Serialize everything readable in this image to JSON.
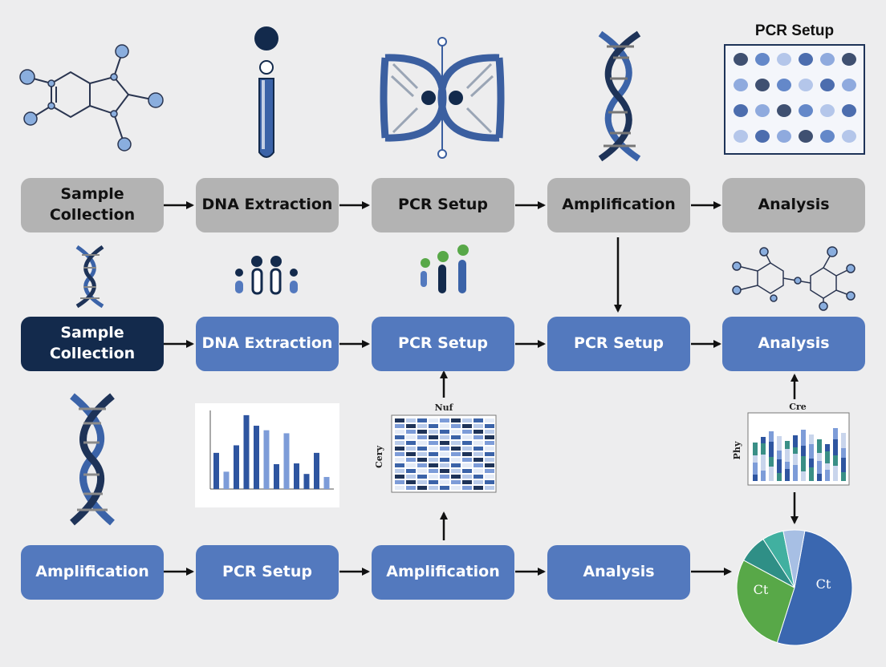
{
  "rows": [
    {
      "style": "gray",
      "nodes": [
        {
          "id": "sample-collection-1",
          "label": "Sample\nCollection"
        },
        {
          "id": "dna-extraction-1",
          "label": "DNA Extraction"
        },
        {
          "id": "pcr-setup-1",
          "label": "PCR Setup"
        },
        {
          "id": "amplification-1",
          "label": "Amplification"
        },
        {
          "id": "analysis-1",
          "label": "Analysis"
        }
      ]
    },
    {
      "style": "blue",
      "nodes": [
        {
          "id": "sample-collection-2",
          "label": "Sample\nCollection",
          "style": "navy"
        },
        {
          "id": "dna-extraction-2",
          "label": "DNA Extraction"
        },
        {
          "id": "pcr-setup-2",
          "label": "PCR Setup"
        },
        {
          "id": "pcr-setup-3",
          "label": "PCR Setup"
        },
        {
          "id": "analysis-2",
          "label": "Analysis"
        }
      ]
    },
    {
      "style": "blue",
      "nodes": [
        {
          "id": "amplification-2",
          "label": "Amplification"
        },
        {
          "id": "pcr-setup-4",
          "label": "PCR Setup"
        },
        {
          "id": "amplification-3",
          "label": "Amplification"
        },
        {
          "id": "analysis-3",
          "label": "Analysis"
        }
      ]
    }
  ],
  "plate_caption": "PCR Setup",
  "heatmap_caption": "Nuf",
  "heatmap_ylabel": "Cery",
  "stacked_caption": "Cre",
  "stacked_ylabel": "Phy",
  "pie_labels": [
    "Ct",
    "Ct"
  ],
  "pie_slices": [
    {
      "value": 0.52,
      "color": "#3a67b0"
    },
    {
      "value": 0.28,
      "color": "#58a848"
    },
    {
      "value": 0.08,
      "color": "#2f8f86"
    },
    {
      "value": 0.06,
      "color": "#41b0a0"
    },
    {
      "value": 0.06,
      "color": "#a7bfe4"
    }
  ],
  "bar_values": [
    0.48,
    0.23,
    0.58,
    0.98,
    0.84,
    0.78,
    0.33,
    0.74,
    0.34,
    0.2,
    0.48,
    0.16
  ],
  "colors": {
    "gray_node": "#b3b3b3",
    "blue_node": "#5379be",
    "navy_node": "#132a4c",
    "accent_green": "#58a848"
  }
}
